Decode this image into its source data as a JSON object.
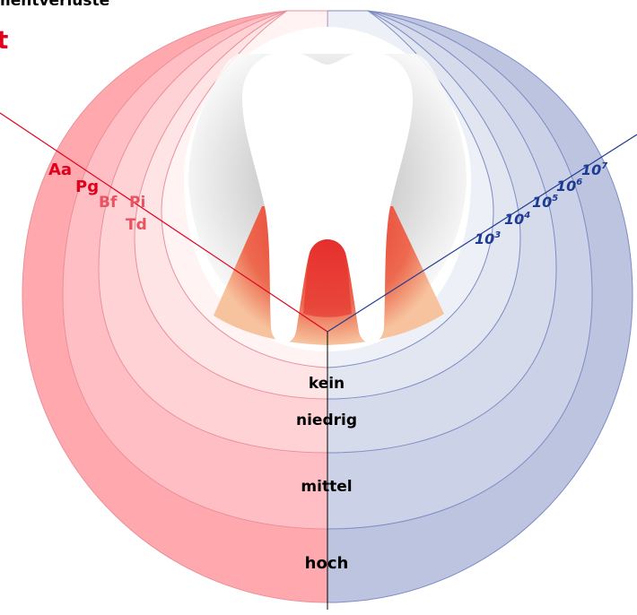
{
  "header": {
    "caption_fragment": "mentverluste",
    "title_fragment": "t"
  },
  "colors": {
    "red_scale": [
      "#fff3f4",
      "#ffe4e6",
      "#ffd2d6",
      "#ffbec3",
      "#ffa8ae"
    ],
    "blue_scale": [
      "#eef0f7",
      "#e2e6f1",
      "#d6dbec",
      "#cbd1e6",
      "#bcc4df"
    ],
    "red_stroke": "#e9909a",
    "blue_stroke": "#7d8cc4",
    "left_ray": "#e0001c",
    "right_ray": "#1d3b93",
    "inflammation": "#e52a2a",
    "gradient_edge": "#f6c39e"
  },
  "bacteria": [
    "Aa",
    "Pg",
    "Bf",
    "Pi",
    "Td"
  ],
  "counts": [
    {
      "base": "10",
      "exp": "3"
    },
    {
      "base": "10",
      "exp": "4"
    },
    {
      "base": "10",
      "exp": "5"
    },
    {
      "base": "10",
      "exp": "6"
    },
    {
      "base": "10",
      "exp": "7"
    }
  ],
  "levels": [
    "kein",
    "niedrig",
    "mittel",
    "hoch"
  ]
}
